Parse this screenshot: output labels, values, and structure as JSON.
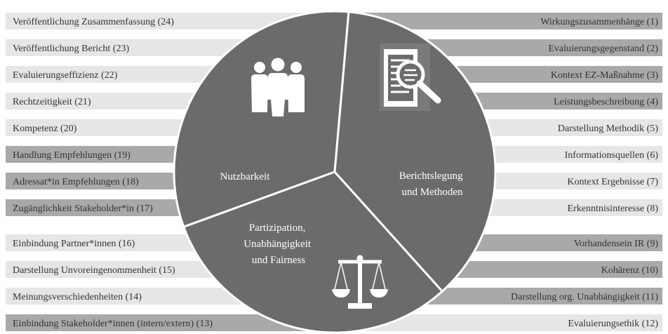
{
  "colors": {
    "bar_light": "#e6e6e6",
    "bar_dark": "#a9a9a9",
    "pie": "#6b6b6b",
    "pie_border": "#ffffff",
    "bar_text": "#333333",
    "sector_text": "#ffffff"
  },
  "sectors": {
    "nutzbarkeit": {
      "lines": [
        "Nutzbarkeit"
      ],
      "icon": "people-group-icon"
    },
    "berichtslegung": {
      "lines": [
        "Berichtslegung",
        "und Methoden"
      ],
      "icon": "document-magnifier-icon"
    },
    "partizipation": {
      "lines": [
        "Partizipation,",
        "Unabhängigkeit",
        "und Fairness"
      ],
      "icon": "balance-scale-icon"
    }
  },
  "left_bars": [
    {
      "label": "Veröffentlichung Zusammenfassung (24)",
      "tone": "light"
    },
    {
      "label": "Veröffentlichung Bericht (23)",
      "tone": "light"
    },
    {
      "label": "Evaluierungseffizienz (22)",
      "tone": "light"
    },
    {
      "label": "Rechtzeitigkeit (21)",
      "tone": "light"
    },
    {
      "label": "Kompetenz (20)",
      "tone": "light"
    },
    {
      "label": "Handlung Empfehlungen (19)",
      "tone": "dark"
    },
    {
      "label": "Adressat*in Empfehlungen (18)",
      "tone": "dark"
    },
    {
      "label": "Zugänglichkeit Stakeholder*in (17)",
      "tone": "dark"
    },
    {
      "label": "Einbindung Partner*innen (16)",
      "tone": "light"
    },
    {
      "label": "Darstellung Unvoreingenommenheit (15)",
      "tone": "light"
    },
    {
      "label": "Meinungsverschiedenheiten (14)",
      "tone": "light"
    },
    {
      "label": "Einbindung Stakeholder*innen (intern/extern) (13)",
      "tone": "dark"
    }
  ],
  "right_bars": [
    {
      "label": "Wirkungszusammenhänge (1)",
      "tone": "dark"
    },
    {
      "label": "Evaluierungsgegenstand (2)",
      "tone": "dark"
    },
    {
      "label": "Kontext EZ-Maßnahme (3)",
      "tone": "dark"
    },
    {
      "label": "Leistungsbeschreibung (4)",
      "tone": "dark"
    },
    {
      "label": "Darstellung Methodik (5)",
      "tone": "light"
    },
    {
      "label": "Informationsquellen (6)",
      "tone": "light"
    },
    {
      "label": "Kontext Ergebnisse (7)",
      "tone": "light"
    },
    {
      "label": "Erkenntnisinteresse (8)",
      "tone": "light"
    },
    {
      "label": "Vorhandensein IR (9)",
      "tone": "dark"
    },
    {
      "label": "Kohärenz (10)",
      "tone": "dark"
    },
    {
      "label": "Darstellung org. Unabhängigkeit (11)",
      "tone": "dark"
    },
    {
      "label": "Evaluierungsethik (12)",
      "tone": "light"
    }
  ]
}
